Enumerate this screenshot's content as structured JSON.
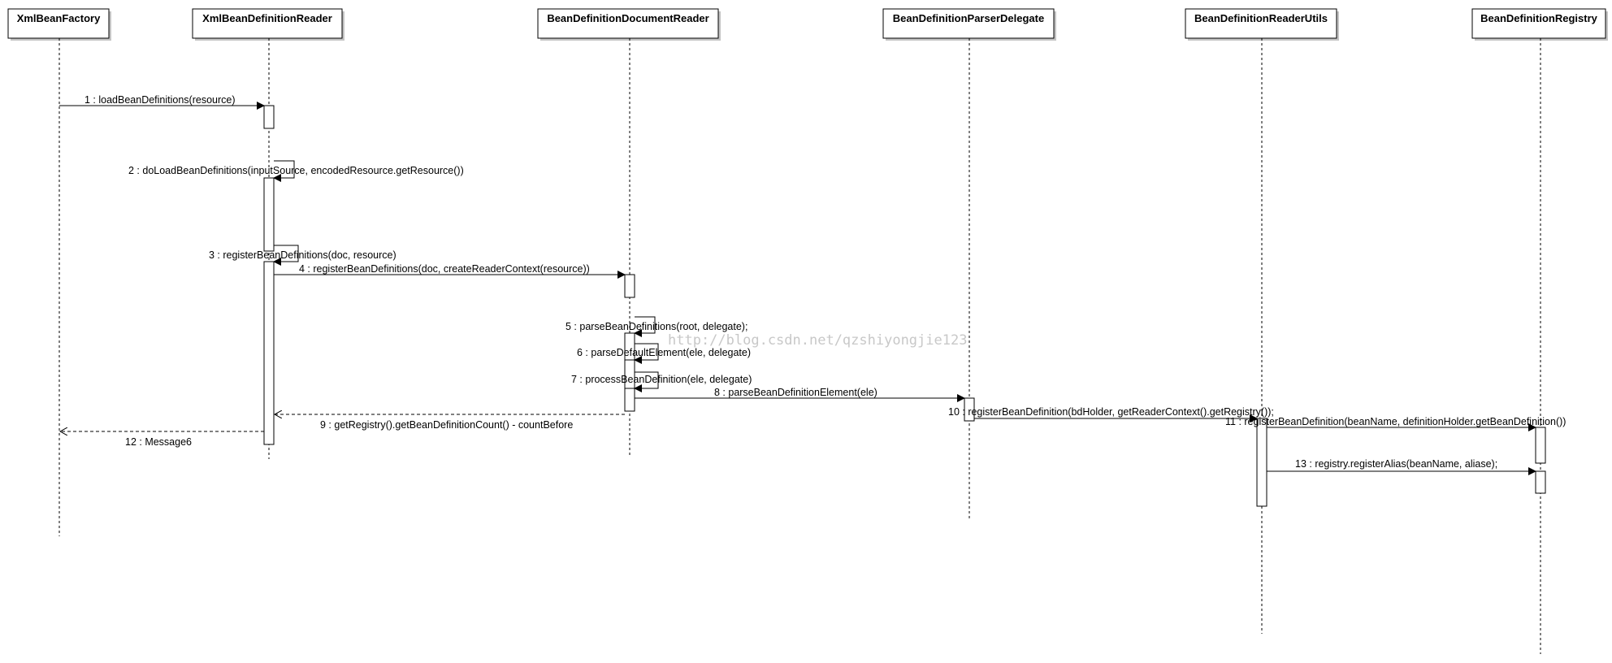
{
  "diagram": {
    "type": "sequence",
    "participants": [
      {
        "id": "xbf",
        "name": "XmlBeanFactory"
      },
      {
        "id": "xbdr",
        "name": "XmlBeanDefinitionReader"
      },
      {
        "id": "bddr",
        "name": "BeanDefinitionDocumentReader"
      },
      {
        "id": "bdpd",
        "name": "BeanDefinitionParserDelegate"
      },
      {
        "id": "bdru",
        "name": "BeanDefinitionReaderUtils"
      },
      {
        "id": "bdreg",
        "name": "BeanDefinitionRegistry"
      }
    ],
    "messages": [
      {
        "label": "1 : loadBeanDefinitions(resource)",
        "from": "xbf",
        "to": "xbdr",
        "kind": "call"
      },
      {
        "label": "2 : doLoadBeanDefinitions(inputSource, encodedResource.getResource())",
        "from": "xbdr",
        "to": "xbdr",
        "kind": "self"
      },
      {
        "label": "3 : registerBeanDefinitions(doc, resource)",
        "from": "xbdr",
        "to": "xbdr",
        "kind": "self"
      },
      {
        "label": "4 : registerBeanDefinitions(doc, createReaderContext(resource))",
        "from": "xbdr",
        "to": "bddr",
        "kind": "call"
      },
      {
        "label": "5 : parseBeanDefinitions(root, delegate);",
        "from": "bddr",
        "to": "bddr",
        "kind": "self"
      },
      {
        "label": "6 : parseDefaultElement(ele, delegate)",
        "from": "bddr",
        "to": "bddr",
        "kind": "self"
      },
      {
        "label": "7 : processBeanDefinition(ele, delegate)",
        "from": "bddr",
        "to": "bddr",
        "kind": "self"
      },
      {
        "label": "8 : parseBeanDefinitionElement(ele)",
        "from": "bddr",
        "to": "bdpd",
        "kind": "call"
      },
      {
        "label": "9 : getRegistry().getBeanDefinitionCount() - countBefore",
        "from": "bddr",
        "to": "xbdr",
        "kind": "return"
      },
      {
        "label": "10 : registerBeanDefinition(bdHolder, getReaderContext().getRegistry());",
        "from": "bdpd",
        "to": "bdru",
        "kind": "call"
      },
      {
        "label": "11 : registerBeanDefinition(beanName, definitionHolder.getBeanDefinition())",
        "from": "bdru",
        "to": "bdreg",
        "kind": "call"
      },
      {
        "label": "12 : Message6",
        "from": "xbdr",
        "to": "xbf",
        "kind": "return"
      },
      {
        "label": "13 : registry.registerAlias(beanName, aliase);",
        "from": "bdru",
        "to": "bdreg",
        "kind": "call"
      }
    ],
    "watermark": "http://blog.csdn.net/qzshiyongjie123"
  },
  "colors": {
    "line": "#000000",
    "shadow": "#c4c4c4",
    "watermark": "#c8c8c8",
    "background": "#ffffff"
  }
}
